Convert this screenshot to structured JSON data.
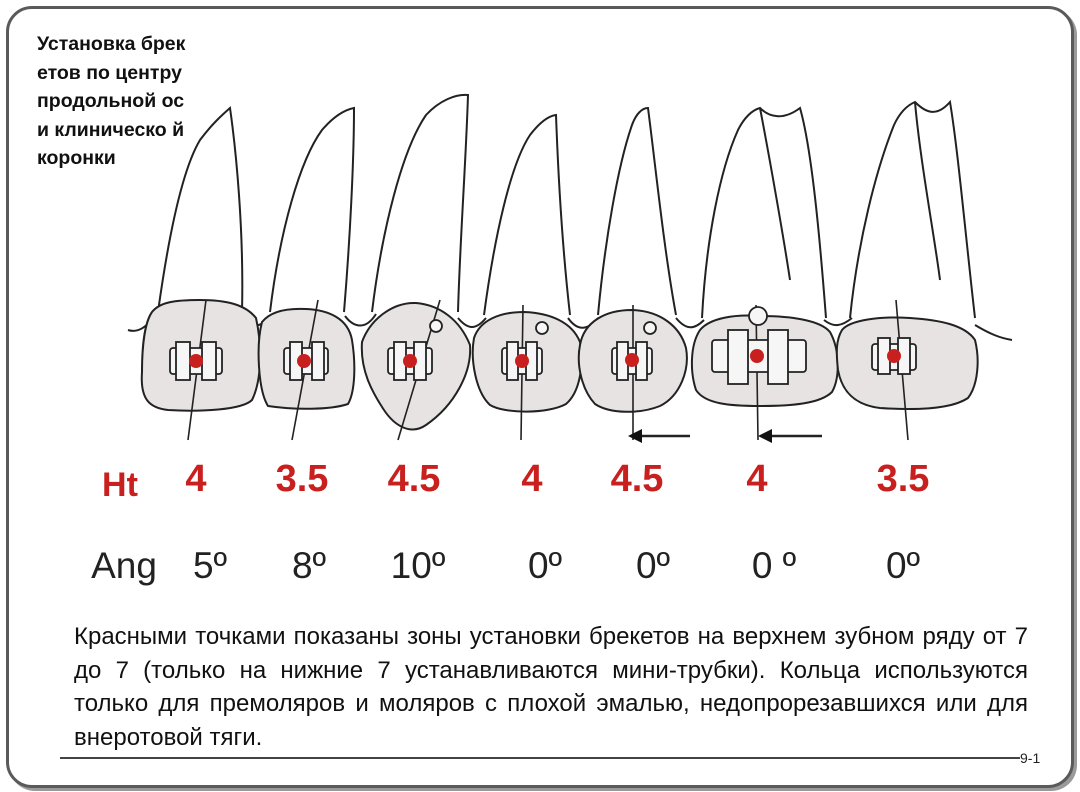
{
  "side_caption": "Установка брекетов по центру продольной оси клиническо й коронки",
  "ht": {
    "label": "Ht",
    "values": [
      "4",
      "3.5",
      "4.5",
      "4",
      "4.5",
      "4",
      "3.5"
    ]
  },
  "ang": {
    "label": "Ang",
    "values": [
      "5º",
      "8º",
      "10º",
      "0º",
      "0º",
      "0 º",
      "0º"
    ]
  },
  "body_text": "Красными точками показаны зоны установки брекетов на верхнем зубном ряду от 7 до 7 (только на нижние 7 устанавливаются мини-трубки). Кольца используются только для премоляров и моляров с плохой эмалью, недопрорезавшихся или для внеротовой тяги.",
  "page_number": "9-1",
  "colors": {
    "accent_red": "#c8201f",
    "crown_fill": "#e7e3e3",
    "frame": "#5a5a5a"
  }
}
